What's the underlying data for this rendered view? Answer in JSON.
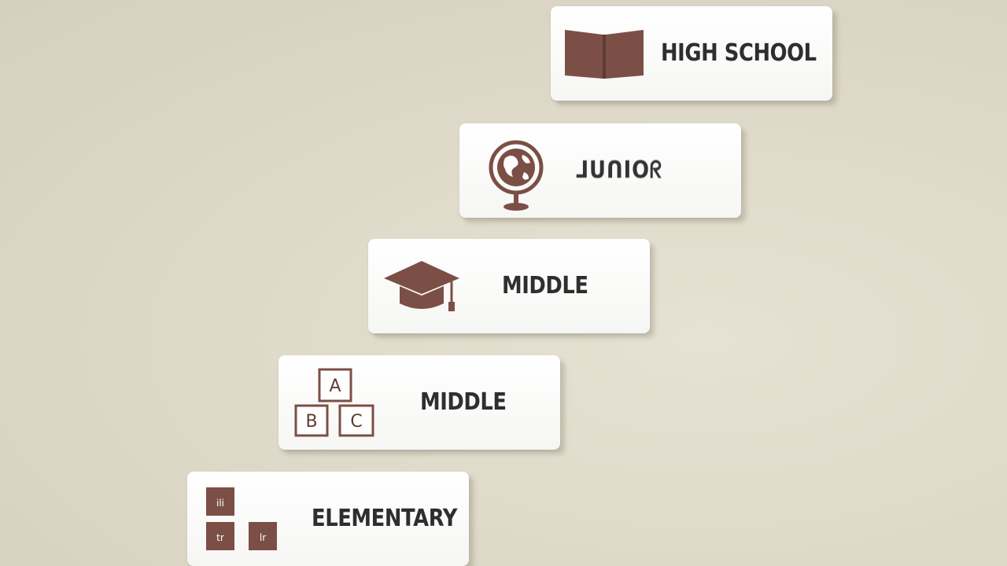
{
  "steps": [
    {
      "label": "HIGH SCHOOL",
      "icon": "book-icon"
    },
    {
      "label": "ᒧᑌᑎIOᖇ",
      "icon": "globe-icon"
    },
    {
      "label": "MIDDLE",
      "icon": "graduation-cap-icon"
    },
    {
      "label": "MIDDLE",
      "icon": "abc-blocks-icon"
    },
    {
      "label": "ELEMENTARY",
      "icon": "small-blocks-icon"
    }
  ],
  "blocks": {
    "a": "A",
    "b": "B",
    "c": "C"
  },
  "small_blocks": {
    "a": "ili",
    "b": "tr",
    "c": "lr"
  },
  "colors": {
    "icon": "#7b4f45",
    "text": "#2e2e2e"
  }
}
